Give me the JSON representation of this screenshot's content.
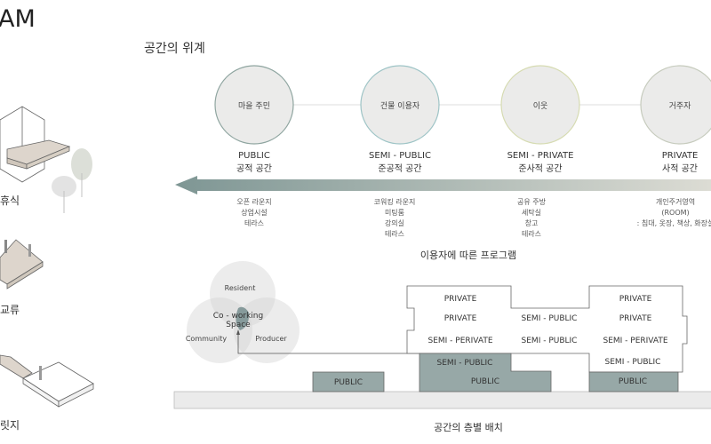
{
  "header": {
    "title_fragment": "AM",
    "section_title": "공간의 위계"
  },
  "left_column": {
    "labels": [
      "휴식",
      "교류",
      "릿지"
    ]
  },
  "hierarchy": [
    {
      "user": "마을 주민",
      "level": "PUBLIC",
      "level_kr": "공적 공간",
      "programs": [
        "오픈 라운지",
        "상업시설",
        "테라스"
      ],
      "stroke": "#8fa5a0"
    },
    {
      "user": "건물 이용자",
      "level": "SEMI - PUBLIC",
      "level_kr": "준공적 공간",
      "programs": [
        "코워킹 라운지",
        "미팅룸",
        "강의실",
        "테라스"
      ],
      "stroke": "#9ec4c6"
    },
    {
      "user": "이웃",
      "level": "SEMI -  PRIVATE",
      "level_kr": "준사적 공간",
      "programs": [
        "공유 주방",
        "세탁실",
        "창고",
        "테라스"
      ],
      "stroke": "#d6dbb2"
    },
    {
      "user": "거주자",
      "level": "PRIVATE",
      "level_kr": "사적 공간",
      "programs": [
        "개인주거영역",
        "(ROOM)",
        ": 침대, 옷장, 책상, 화장실"
      ],
      "stroke": "#c6cbbd"
    }
  ],
  "program_caption": "이용자에 따른 프로그램",
  "venn": {
    "top": "Resident",
    "left": "Community",
    "right": "Producer",
    "center": [
      "Co - working",
      "Space"
    ]
  },
  "section": {
    "small_block": "PUBLIC",
    "building1": [
      "PRIVATE",
      "PRIVATE",
      "SEMI - PERIVATE",
      "SEMI - PUBLIC",
      "PUBLIC"
    ],
    "middle": [
      "SEMI - PUBLIC",
      "SEMI - PUBLIC"
    ],
    "building2": [
      "PRIVATE",
      "PRIVATE",
      "SEMI - PERIVATE",
      "SEMI - PUBLIC",
      "PUBLIC"
    ],
    "caption": "공간의 층별 배치"
  },
  "colors": {
    "accent": "#97a8a7",
    "arrow_start": "#7e9694",
    "arrow_end": "#dcdcd4",
    "ground": "#ebebeb"
  }
}
